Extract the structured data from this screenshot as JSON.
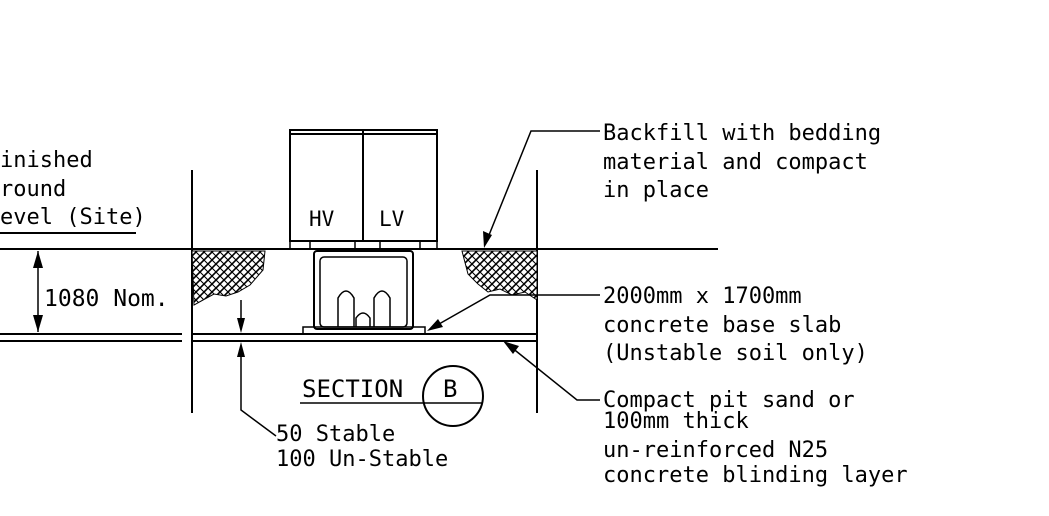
{
  "section": {
    "label": "SECTION",
    "marker": "B"
  },
  "ground_label": [
    "inished",
    "round",
    "evel (Site)"
  ],
  "transformer": {
    "hv": "HV",
    "lv": "LV"
  },
  "dimensions": {
    "depth": "1080 Nom.",
    "bedding": [
      "50 Stable",
      "100 Un-Stable"
    ]
  },
  "annotations": {
    "backfill": [
      "Backfill with bedding",
      "material and compact",
      "in place"
    ],
    "slab": [
      "2000mm x 1700mm",
      "concrete base slab",
      "(Unstable soil only)"
    ],
    "blinding": [
      "Compact pit sand or",
      "100mm thick",
      "un-reinforced N25",
      "concrete blinding layer"
    ]
  },
  "colors": {
    "line": "#000000",
    "background": "#ffffff"
  }
}
